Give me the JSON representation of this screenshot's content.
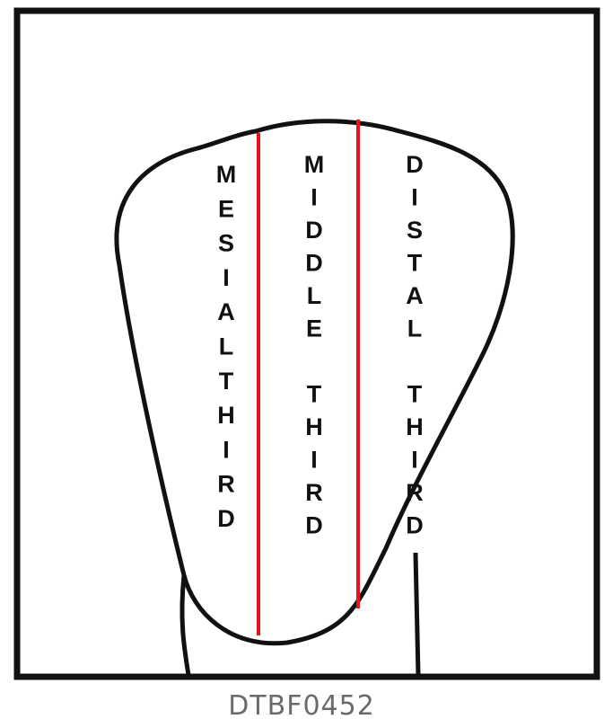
{
  "diagram": {
    "columns": [
      {
        "id": "mesial",
        "label": "MESIALTHIRD",
        "letters": [
          "M",
          "E",
          "S",
          "I",
          "A",
          "L",
          "T",
          "H",
          "I",
          "R",
          "D"
        ]
      },
      {
        "id": "middle",
        "label": "MIDDLE THIRD",
        "letters": [
          "M",
          "I",
          "D",
          "D",
          "L",
          "E",
          "",
          "T",
          "H",
          "I",
          "R",
          "D"
        ]
      },
      {
        "id": "distal",
        "label": "DISTAL THIRD",
        "letters": [
          "D",
          "I",
          "S",
          "T",
          "A",
          "L",
          "",
          "T",
          "H",
          "I",
          "R",
          "D"
        ]
      }
    ],
    "image_code": "DTBF0452",
    "colors": {
      "divider_lines": "#e8141c",
      "outline": "#111111",
      "text": "#111111",
      "code_text": "#6a6a6a",
      "background": "#ffffff"
    }
  }
}
